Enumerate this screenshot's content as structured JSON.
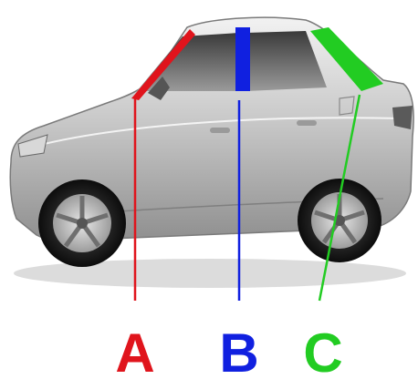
{
  "pillars": [
    {
      "letter": "A",
      "color": "#e0141c"
    },
    {
      "letter": "B",
      "color": "#1020e0"
    },
    {
      "letter": "C",
      "color": "#22cc22"
    }
  ]
}
